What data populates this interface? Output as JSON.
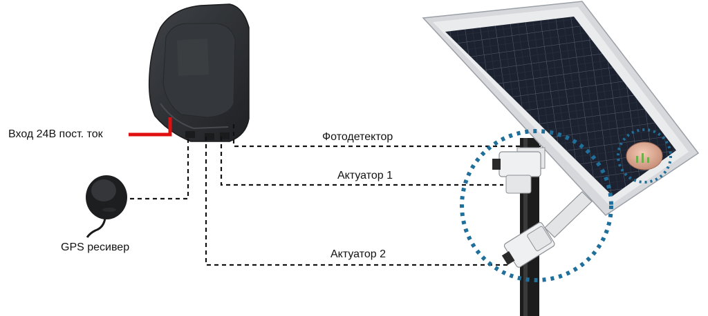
{
  "labels": {
    "power_input": "Вход 24В пост. ток",
    "gps_receiver": "GPS ресивер",
    "photodetector": "Фотодетектор",
    "actuator_1": "Актуатор 1",
    "actuator_2": "Актуатор 2"
  },
  "colors": {
    "power_wire": "#e01010",
    "signal_wire": "#111111",
    "highlight_ring": "#1f6f9a",
    "controller_body": "#2e3034",
    "panel_frame": "#d8dadd",
    "panel_cells": "#1b1f2a",
    "pole": "#1c1c1c"
  }
}
